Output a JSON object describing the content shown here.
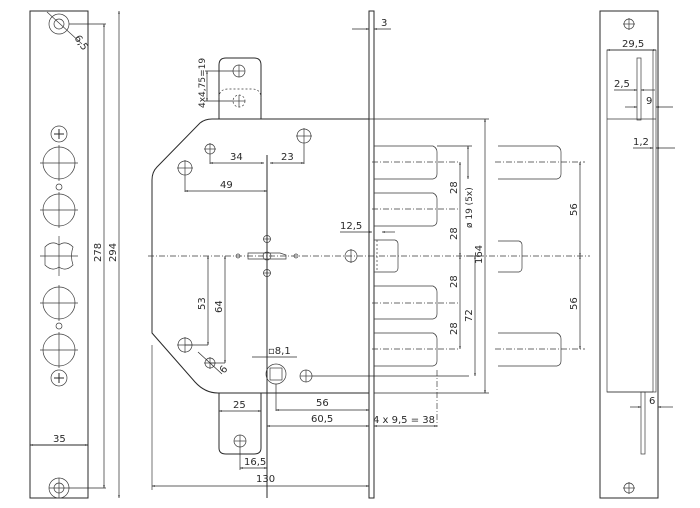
{
  "drawing": {
    "title": "Mortise lock technical drawing",
    "line_color": "#2a2a2a",
    "faceplate": {
      "hole_dim": "6,5",
      "height_inner": "278",
      "height_outer": "294",
      "width": "35"
    },
    "lock_body": {
      "plate_thickness": "3",
      "tab_pitch": "4x4,75=19",
      "hole_spacing_a": "34",
      "hole_spacing_b": "23",
      "hole_offset": "49",
      "latch_offset": "12,5",
      "below_center_a": "53",
      "below_center_b": "64",
      "screw_hole": "6",
      "spindle_square": "▫8,1",
      "lower_tab_width": "25",
      "lower_tab_offset": "16,5",
      "backset_a": "56",
      "backset_b": "60,5",
      "bolt_throw": "4 x 9,5 = 38",
      "body_depth": "130",
      "bolt_pitch_upper_1": "28",
      "bolt_pitch_upper_2": "28",
      "bolt_pitch_lower_1": "28",
      "bolt_pitch_lower_2": "28",
      "bolt_diameter": "ø 19 (5x)",
      "lower_span": "72",
      "body_height": "164",
      "bolt_spacing_upper": "56",
      "bolt_spacing_lower": "56"
    },
    "strike_plate": {
      "width": "29,5",
      "slot_width": "2,5",
      "slot_offset": "9",
      "edge_offset": "1,2",
      "bottom_offset": "6"
    }
  }
}
